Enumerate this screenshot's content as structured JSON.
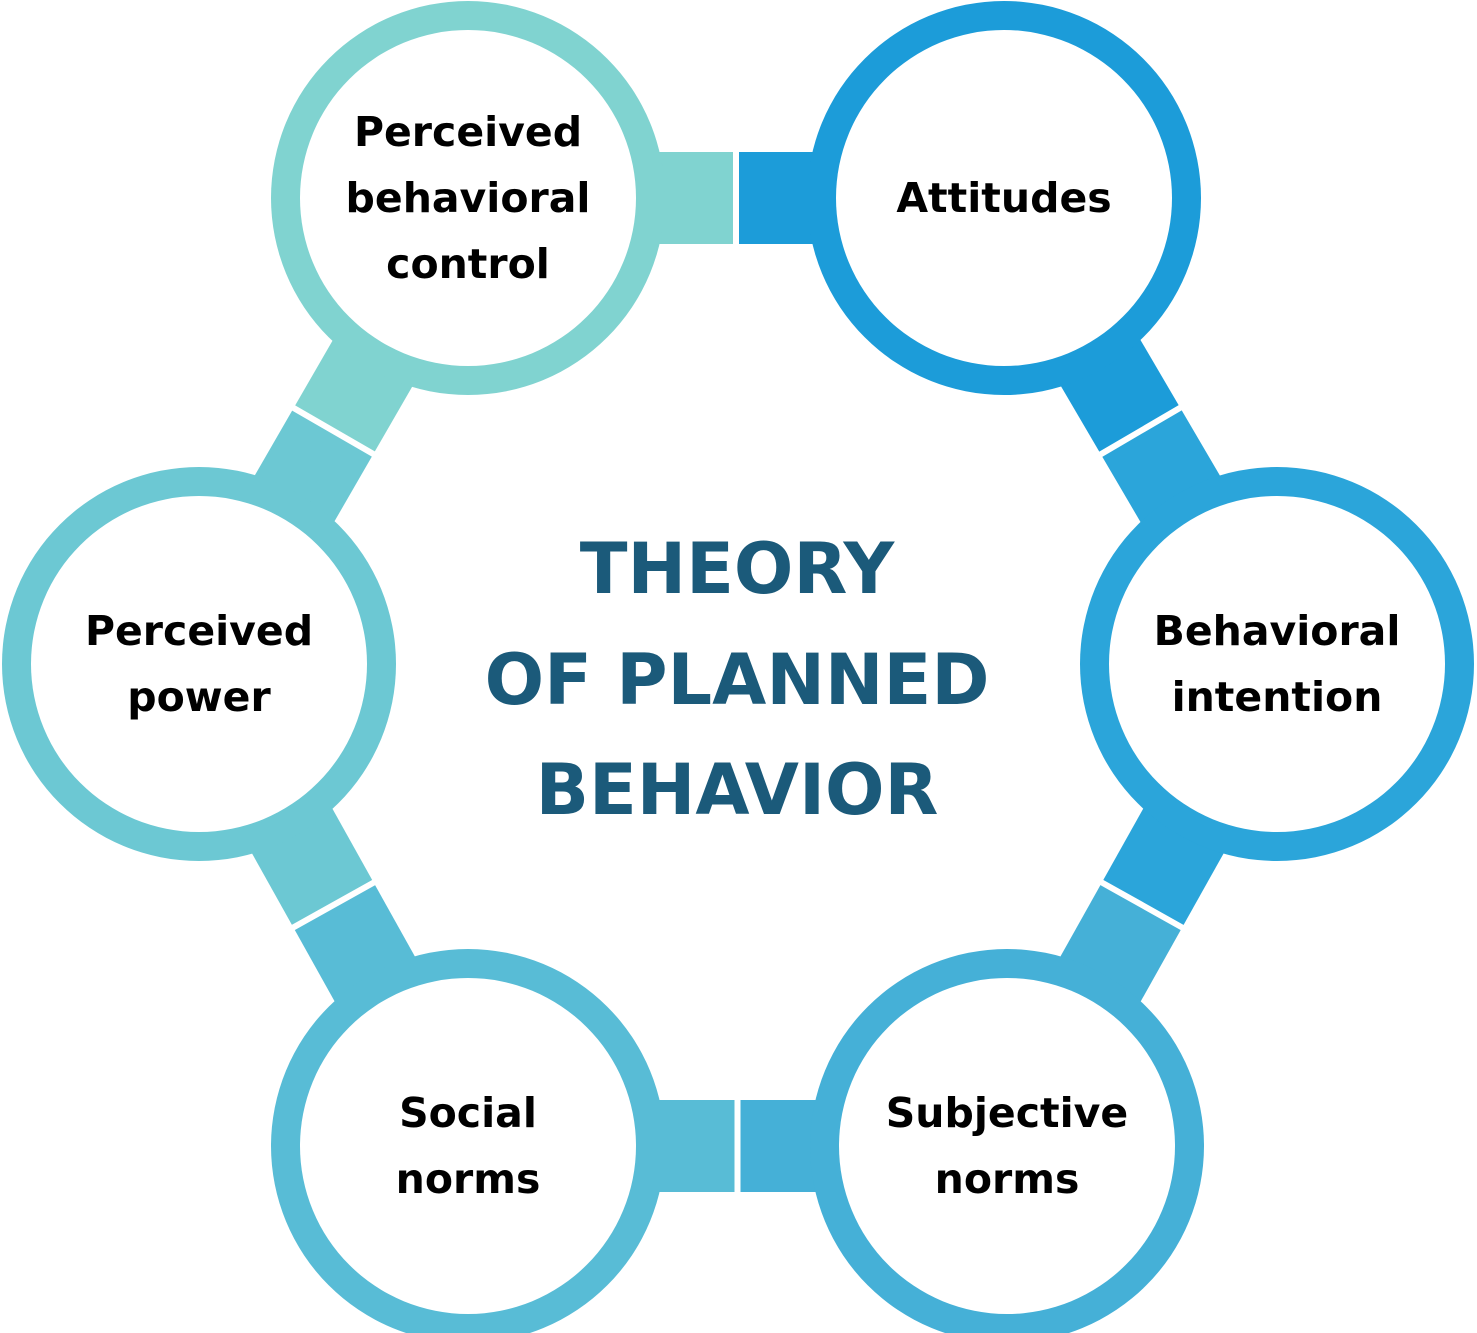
{
  "title_lines": [
    "THEORY",
    "OF PLANNED",
    "BEHAVIOR"
  ],
  "title_color": "#1b5a7a",
  "nodes": [
    {
      "id": "attitudes",
      "lines": [
        "Attitudes"
      ],
      "color": "#1c9cd9"
    },
    {
      "id": "behavioral-intention",
      "lines": [
        "Behavioral",
        "intention"
      ],
      "color": "#2ba5da"
    },
    {
      "id": "subjective-norms",
      "lines": [
        "Subjective",
        "norms"
      ],
      "color": "#45b0d7"
    },
    {
      "id": "social-norms",
      "lines": [
        "Social",
        "norms"
      ],
      "color": "#58bcd6"
    },
    {
      "id": "perceived-power",
      "lines": [
        "Perceived",
        "power"
      ],
      "color": "#6cc8d3"
    },
    {
      "id": "perceived-behavioral-control",
      "lines": [
        "Perceived",
        "behavioral",
        "control"
      ],
      "color": "#80d3d0"
    }
  ]
}
